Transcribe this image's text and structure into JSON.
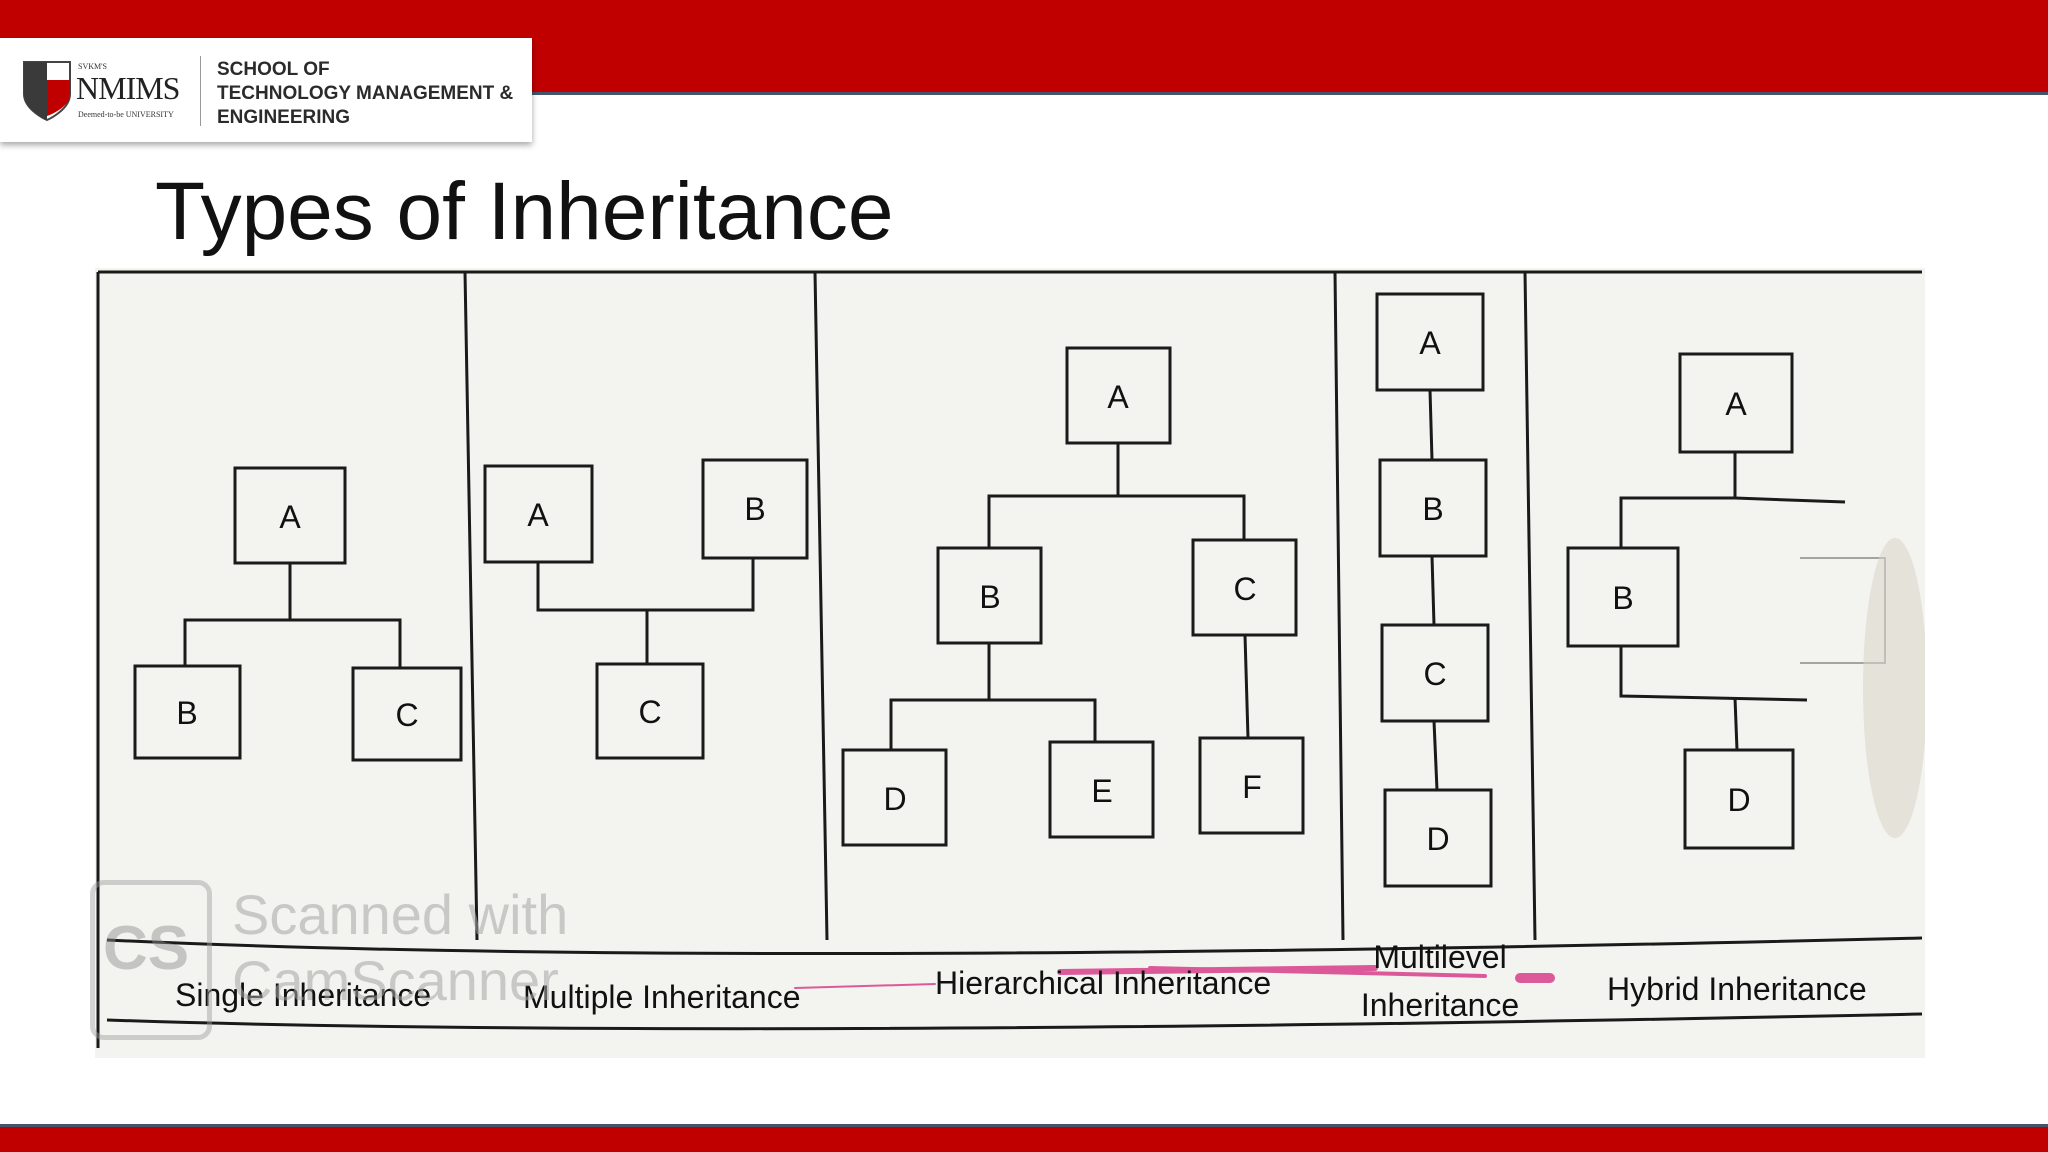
{
  "header": {
    "logo": {
      "group": "SVKM'S",
      "brand": "NMIMS",
      "tagline": "Deemed-to-be UNIVERSITY"
    },
    "school_lines": [
      "SCHOOL OF",
      "TECHNOLOGY MANAGEMENT &",
      "ENGINEERING"
    ]
  },
  "slide": {
    "title": "Types of Inheritance"
  },
  "diagram": {
    "panels": [
      {
        "caption": "Single Inheritance",
        "nodes": [
          "A",
          "B",
          "C"
        ]
      },
      {
        "caption": "Multiple Inheritance",
        "nodes": [
          "A",
          "B",
          "C"
        ]
      },
      {
        "caption": "Hierarchical Inheritance",
        "nodes": [
          "A",
          "B",
          "C",
          "D",
          "E",
          "F"
        ]
      },
      {
        "caption_lines": [
          "Multilevel",
          "Inheritance"
        ],
        "nodes": [
          "A",
          "B",
          "C",
          "D"
        ]
      },
      {
        "caption": "Hybrid Inheritance",
        "nodes": [
          "A",
          "B",
          "D"
        ]
      }
    ]
  },
  "watermark": {
    "logo": "CS",
    "lines": [
      "Scanned with",
      "CamScanner"
    ]
  },
  "colors": {
    "brand_red": "#c00000",
    "accent_line": "#44546a",
    "highlighter": "#d63384"
  }
}
